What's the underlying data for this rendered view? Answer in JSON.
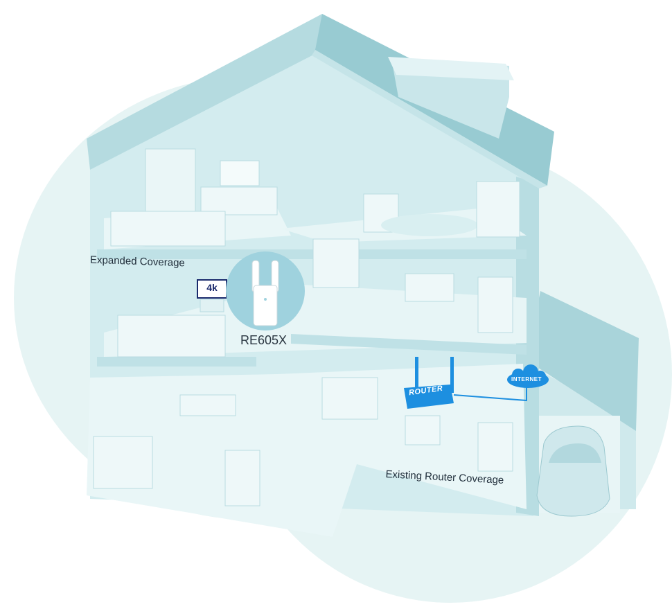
{
  "labels": {
    "expanded_coverage": "Expanded Coverage",
    "existing_coverage": "Existing Router Coverage",
    "extender_model": "RE605X",
    "tv_badge": "4k",
    "router": "ROUTER",
    "internet": "INTERNET"
  },
  "colors": {
    "coverage_bubble": "#e6f4f4",
    "house_wall": "#d2ebee",
    "house_shade": "#aed7dc",
    "roof": "#a6d3d9",
    "floor": "#e9f6f7",
    "accent_blue": "#1d8fe0",
    "extender_circle": "#9fd2de",
    "cable": "#1d8fe0"
  },
  "icons": [
    "cloud-icon",
    "router-icon",
    "extender-icon",
    "tv-icon",
    "car-icon"
  ]
}
